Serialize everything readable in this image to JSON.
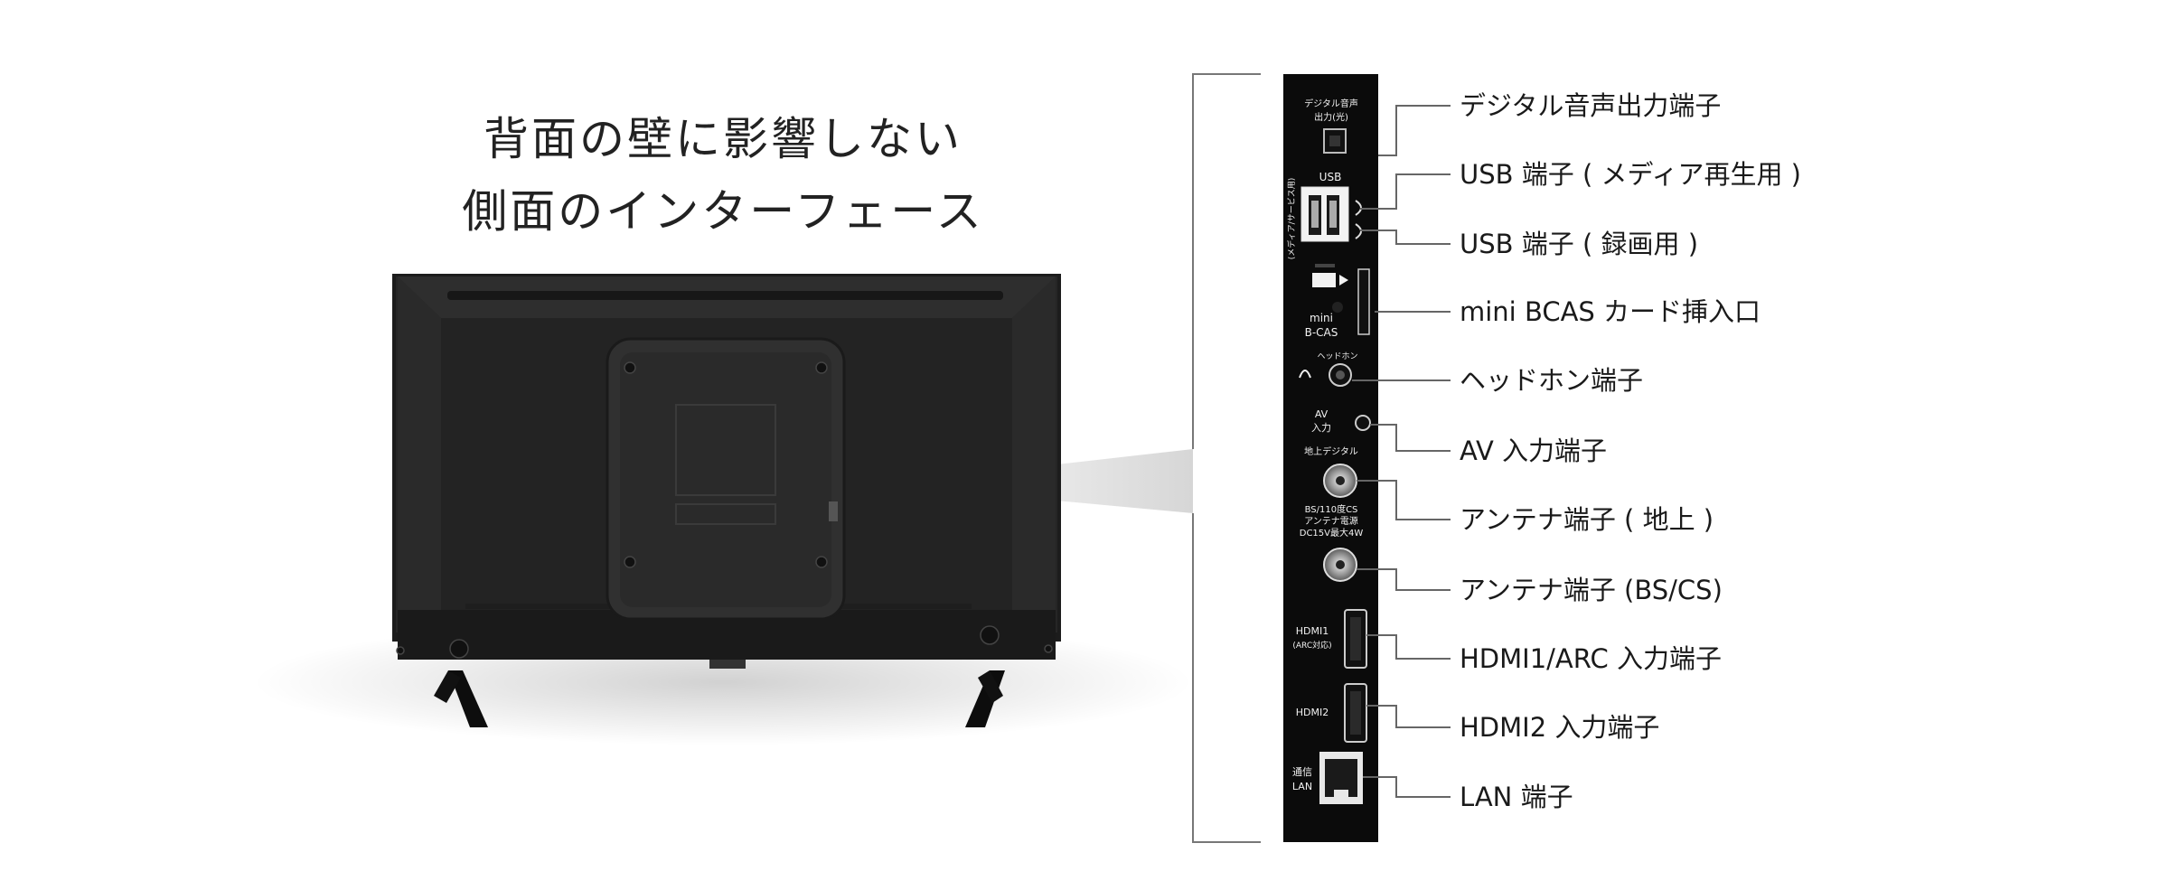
{
  "heading": {
    "line1": "背面の壁に影響しない",
    "line2": "側面のインターフェース"
  },
  "panel_labels": {
    "optical": "デジタル音声",
    "optical2": "出力(光)",
    "usb": "USB",
    "usb_side": "(メディア/サービス用)",
    "minibcas": "mini",
    "minibcas2": "B-CAS",
    "headphone": "ヘッドホン",
    "av": "AV",
    "av2": "入力",
    "terrestrial": "地上デジタル",
    "bs1": "BS/110度CS",
    "bs2": "アンテナ電源",
    "bs3": "DC15V最大4W",
    "hdmi1": "HDMI1",
    "hdmi1_sub": "(ARC対応)",
    "hdmi2": "HDMI2",
    "lan1": "通信",
    "lan2": "LAN"
  },
  "callouts": [
    "デジタル音声出力端子",
    "USB 端子 ( メディア再生用 )",
    "USB 端子 ( 録画用 )",
    "mini BCAS カード挿入口",
    "ヘッドホン端子",
    "AV 入力端子",
    "アンテナ端子 ( 地上 )",
    "アンテナ端子 (BS/CS)",
    "HDMI1/ARC 入力端子",
    "HDMI2 入力端子",
    "LAN 端子"
  ]
}
